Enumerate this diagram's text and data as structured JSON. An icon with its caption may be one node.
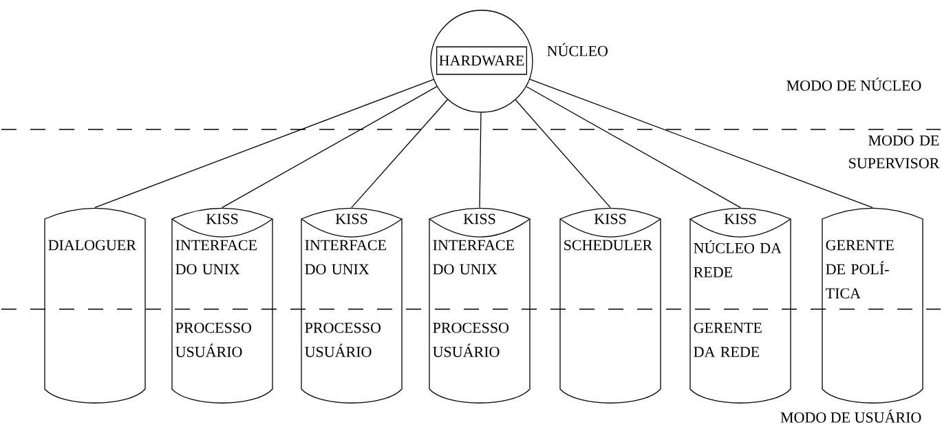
{
  "diagram": {
    "nodes": [
      {
        "text": [],
        "shape": "circle",
        "beside": [
          "NÚCLEO"
        ]
      },
      {
        "text": [
          "HARDWARE"
        ],
        "in": 0
      },
      {
        "text": [
          "DIALOGUER"
        ]
      },
      {
        "text": [
          "KISS",
          "INTERFACE DO UNIX",
          "PROCESSO USUÁRIO"
        ]
      },
      {
        "text": [
          "KISS",
          "INTERFACE DO UNIX",
          "PROCESSO USUÁRIO"
        ]
      },
      {
        "text": [
          "KISS",
          "INTERFACE DO UNIX",
          "PROCESSO USUÁRIO"
        ]
      },
      {
        "text": [
          "KISS",
          "SCHEDULER"
        ]
      },
      {
        "text": [
          "KISS",
          "NÚCLEO DA REDE",
          "GERENTE DA REDE"
        ]
      },
      {
        "text": [
          "GERENTE DE POLÍ-TICA"
        ]
      }
    ],
    "edges": [
      {
        "from": 0,
        "to": 2,
        "arrow": "none"
      },
      {
        "from": 0,
        "to": 3,
        "arrow": "none"
      },
      {
        "from": 0,
        "to": 4,
        "arrow": "none"
      },
      {
        "from": 0,
        "to": 5,
        "arrow": "none"
      },
      {
        "from": 0,
        "to": 6,
        "arrow": "none"
      },
      {
        "from": 0,
        "to": 7,
        "arrow": "none"
      },
      {
        "from": 0,
        "to": 8,
        "arrow": "none"
      }
    ],
    "labels": [
      "MODO DE NÚCLEO",
      "MODO DE SUPERVISOR",
      "MODO DE USUÁRIO"
    ]
  }
}
